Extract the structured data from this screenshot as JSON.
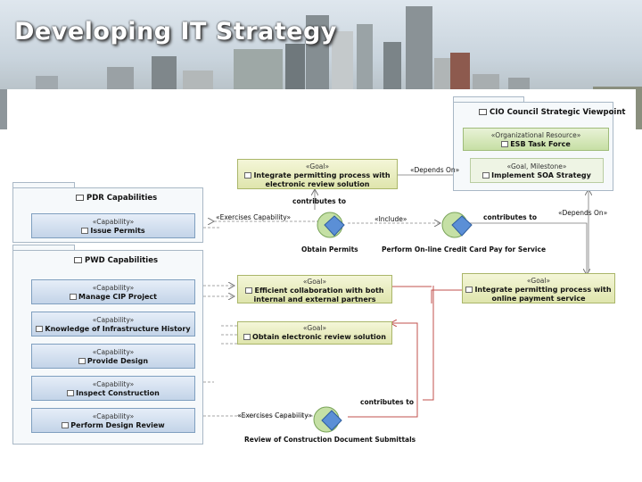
{
  "title": "Developing IT Strategy",
  "colors": {
    "red_link": "#c0504d",
    "gray_link": "#888888",
    "banner_sky": "#cfd8e0"
  },
  "viewpoint": {
    "title": "CIO Council Strategic Viewpoint",
    "resource": {
      "stereotype": "«Organizational Resource»",
      "name": "ESB Task Force"
    },
    "milestone": {
      "stereotype": "«Goal, Milestone»",
      "name": "Implement SOA Strategy"
    }
  },
  "goals": [
    {
      "stereotype": "«Goal»",
      "name": "Integrate permitting process with electronic review solution"
    },
    {
      "stereotype": "«Goal»",
      "name": "Efficient collaboration with both internal and external partners"
    },
    {
      "stereotype": "«Goal»",
      "name": "Obtain electronic review solution"
    },
    {
      "stereotype": "«Goal»",
      "name": "Integrate permitting process with online payment service"
    }
  ],
  "pdr": {
    "title": "PDR Capabilities",
    "items": [
      {
        "stereotype": "«Capability»",
        "name": "Issue Permits"
      }
    ]
  },
  "pwd": {
    "title": "PWD Capabilities",
    "items": [
      {
        "stereotype": "«Capability»",
        "name": "Manage CIP Project"
      },
      {
        "stereotype": "«Capability»",
        "name": "Knowledge of Infrastructure History"
      },
      {
        "stereotype": "«Capability»",
        "name": "Provide Design"
      },
      {
        "stereotype": "«Capability»",
        "name": "Inspect Construction"
      },
      {
        "stereotype": "«Capability»",
        "name": "Perform Design Review"
      }
    ]
  },
  "processes": [
    {
      "name": "Obtain Permits"
    },
    {
      "name": "Perform On-line Credit Card Pay for Service"
    },
    {
      "name": "Review of Construction Document Submittals"
    }
  ],
  "relations": {
    "depends_on_1": "«Depends On»",
    "depends_on_2": "«Depends On»",
    "contributes_to_1": "contributes to",
    "contributes_to_2": "contributes to",
    "contributes_to_3": "contributes to",
    "exercises_1": "«Exercises Capability»",
    "exercises_2": "«Exercises Capability»",
    "include": "«Include»"
  }
}
